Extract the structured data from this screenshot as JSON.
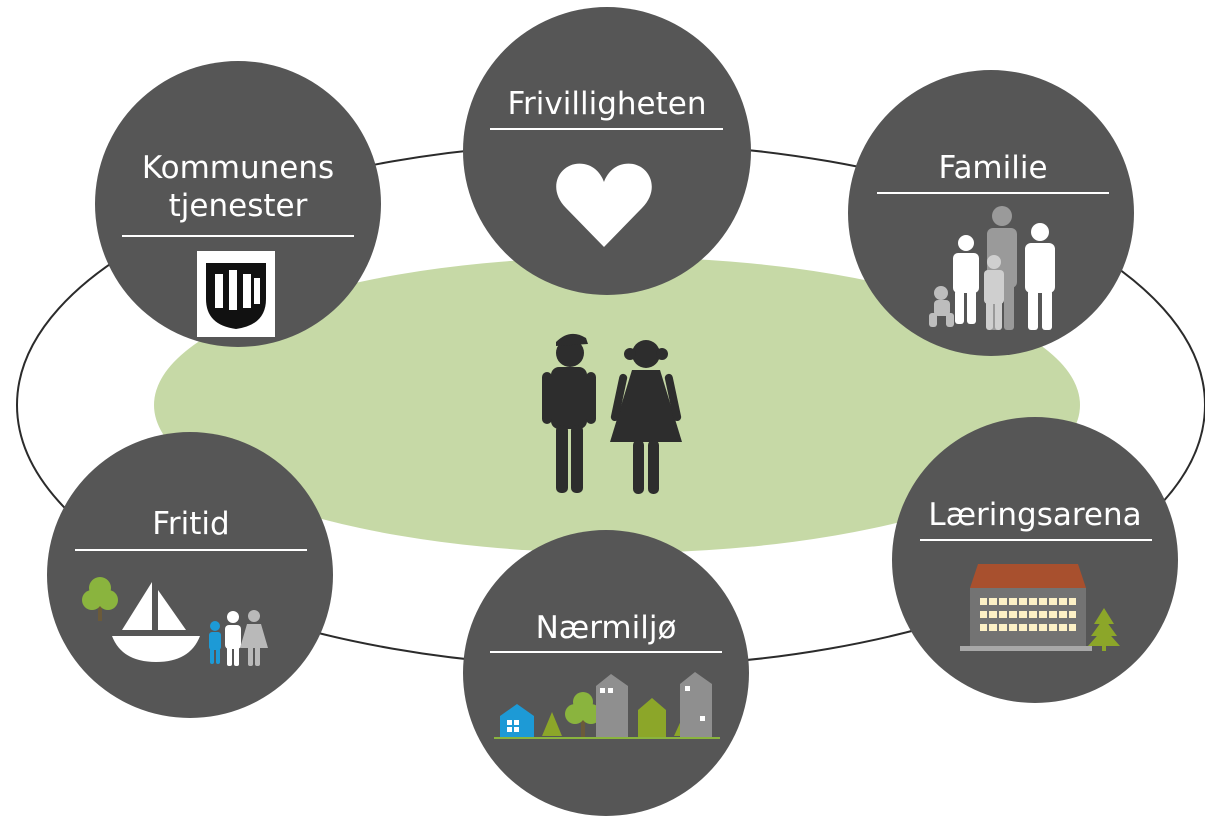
{
  "diagram": {
    "center_label": "",
    "nodes": [
      {
        "id": "frivilligheten",
        "lines": [
          "Frivilligheten"
        ],
        "icon": "heart-icon"
      },
      {
        "id": "kommunens",
        "lines": [
          "Kommunens",
          "tjenester"
        ],
        "icon": "municipal-coat-of-arms-icon"
      },
      {
        "id": "familie",
        "lines": [
          "Familie"
        ],
        "icon": "family-icon"
      },
      {
        "id": "fritid",
        "lines": [
          "Fritid"
        ],
        "icon": "sailboat-tree-people-icon"
      },
      {
        "id": "laeringsarena",
        "lines": [
          "Læringsarena"
        ],
        "icon": "school-building-icon"
      },
      {
        "id": "naermiljo",
        "lines": [
          "Nærmiljø"
        ],
        "icon": "neighborhood-houses-icon"
      }
    ]
  },
  "colors": {
    "node_fill": "#565656",
    "center_ellipse": "#c6d9a6",
    "ring_stroke": "#2b2b2b",
    "people": "#2d2d2d",
    "accent_blue": "#1d9ad6",
    "accent_green": "#8ab43e",
    "olive": "#8ca629",
    "roof_brown": "#a8502e",
    "building_wall": "#737373",
    "window_cream": "#fdf1c6"
  }
}
